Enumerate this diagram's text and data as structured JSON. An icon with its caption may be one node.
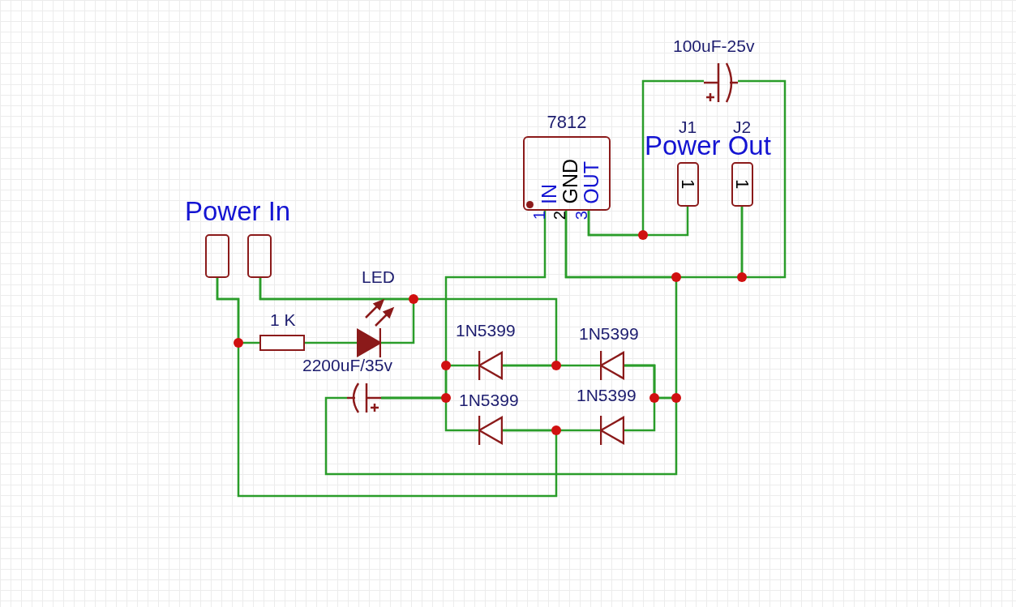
{
  "diagram": {
    "nodes": [
      {
        "text": [],
        "shape": "box"
      },
      {
        "text": [],
        "shape": "box"
      },
      {
        "text": [],
        "shape": "resistor",
        "beside": [
          "1 K"
        ]
      },
      {
        "text": [],
        "shape": "diode",
        "beside": [
          "LED"
        ]
      },
      {
        "text": [],
        "shape": "capacitor",
        "beside": [
          "2200uF/35v"
        ]
      },
      {
        "text": [
          "7812",
          "IN",
          "GND",
          "OUT"
        ]
      },
      {
        "text": [],
        "shape": "capacitor",
        "beside": [
          "100uF-25v"
        ]
      },
      {
        "text": [
          "J1",
          "1"
        ]
      },
      {
        "text": [
          "J2",
          "1"
        ]
      },
      {
        "text": [],
        "shape": "diode",
        "beside": [
          "1N5399"
        ]
      },
      {
        "text": [],
        "shape": "diode",
        "beside": [
          "1N5399"
        ]
      },
      {
        "text": [],
        "shape": "diode",
        "beside": [
          "1N5399"
        ]
      },
      {
        "text": [],
        "shape": "diode",
        "beside": [
          "1N5399"
        ]
      }
    ],
    "edges": [
      {
        "from": 0,
        "to": 2,
        "arrow": "none"
      },
      {
        "from": 0,
        "to": 11,
        "arrow": "none"
      },
      {
        "from": 11,
        "to": 12,
        "arrow": "none"
      },
      {
        "from": 1,
        "to": 3,
        "arrow": "none"
      },
      {
        "from": 1,
        "to": 9,
        "arrow": "none"
      },
      {
        "from": 9,
        "to": 10,
        "arrow": "none"
      },
      {
        "from": 2,
        "to": 3,
        "arrow": "none"
      },
      {
        "from": 4,
        "to": 9,
        "arrow": "none"
      },
      {
        "from": 4,
        "to": 11,
        "arrow": "none"
      },
      {
        "from": 4,
        "to": 5,
        "arrow": "none"
      },
      {
        "from": 4,
        "to": 10,
        "arrow": "none"
      },
      {
        "from": 10,
        "to": 12,
        "arrow": "none"
      },
      {
        "from": 5,
        "to": 8,
        "arrow": "none"
      },
      {
        "from": 5,
        "to": 10,
        "arrow": "none"
      },
      {
        "from": 8,
        "to": 6,
        "arrow": "none"
      },
      {
        "from": 5,
        "to": 7,
        "arrow": "none"
      },
      {
        "from": 5,
        "to": 6,
        "arrow": "none"
      }
    ],
    "labels": [
      "Power In",
      "Power Out",
      "1",
      "2",
      "3"
    ]
  }
}
